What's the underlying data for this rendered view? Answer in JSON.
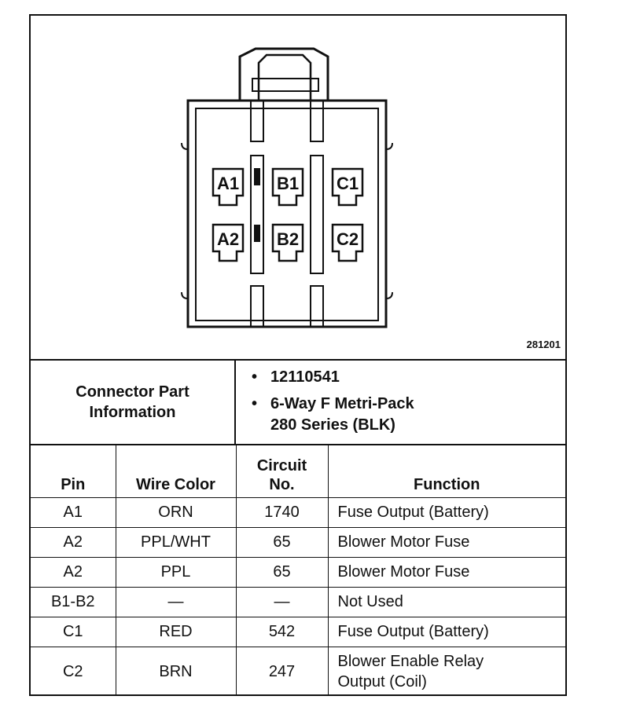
{
  "figure": {
    "number": "281201"
  },
  "pin_labels": {
    "a1": "A1",
    "b1": "B1",
    "c1": "C1",
    "a2": "A2",
    "b2": "B2",
    "c2": "C2"
  },
  "connector_info": {
    "heading_line1": "Connector Part",
    "heading_line2": "Information",
    "bullet_glyph": "•",
    "part_number": "12110541",
    "description_line1": "6-Way F Metri-Pack",
    "description_line2": "280 Series (BLK)"
  },
  "table": {
    "headers": {
      "pin": "Pin",
      "wire_color": "Wire Color",
      "circuit_line1": "Circuit",
      "circuit_line2": "No.",
      "function": "Function"
    },
    "rows": [
      {
        "pin": "A1",
        "wire": "ORN",
        "circuit": "1740",
        "function": "Fuse Output (Battery)"
      },
      {
        "pin": "A2",
        "wire": "PPL/WHT",
        "circuit": "65",
        "function": "Blower Motor Fuse"
      },
      {
        "pin": "A2",
        "wire": "PPL",
        "circuit": "65",
        "function": "Blower Motor Fuse"
      },
      {
        "pin": "B1-B2",
        "wire": "—",
        "circuit": "—",
        "function": "Not Used"
      },
      {
        "pin": "C1",
        "wire": "RED",
        "circuit": "542",
        "function": "Fuse Output (Battery)"
      },
      {
        "pin": "C2",
        "wire": "BRN",
        "circuit": "247",
        "function_line1": "Blower Enable Relay",
        "function_line2": "Output (Coil)"
      }
    ]
  }
}
